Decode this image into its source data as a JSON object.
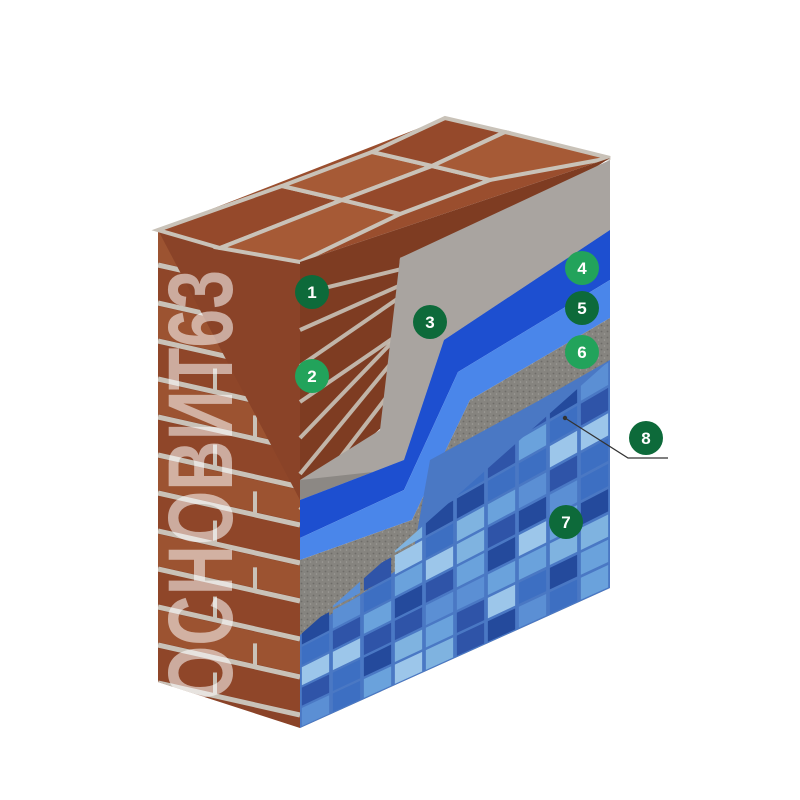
{
  "watermark": "ОСНОВИТ63",
  "colors": {
    "brick": "#8a4328",
    "brick_light": "#a65a36",
    "mortar": "#c9c2b8",
    "plaster": "#a9a4a0",
    "waterproof_dark": "#1d4fd0",
    "waterproof_light": "#4a86ea",
    "adhesive": "#8a8885",
    "tile_dark": "#2f54a8",
    "tile_light": "#7fb3e0",
    "marker_dark": "#0d6a3a",
    "marker_light": "#22a35b"
  },
  "markers": [
    {
      "label": "1",
      "style": "dark"
    },
    {
      "label": "2",
      "style": "light"
    },
    {
      "label": "3",
      "style": "dark"
    },
    {
      "label": "4",
      "style": "light"
    },
    {
      "label": "5",
      "style": "dark"
    },
    {
      "label": "6",
      "style": "light"
    },
    {
      "label": "7",
      "style": "dark"
    },
    {
      "label": "8",
      "style": "dark"
    }
  ]
}
